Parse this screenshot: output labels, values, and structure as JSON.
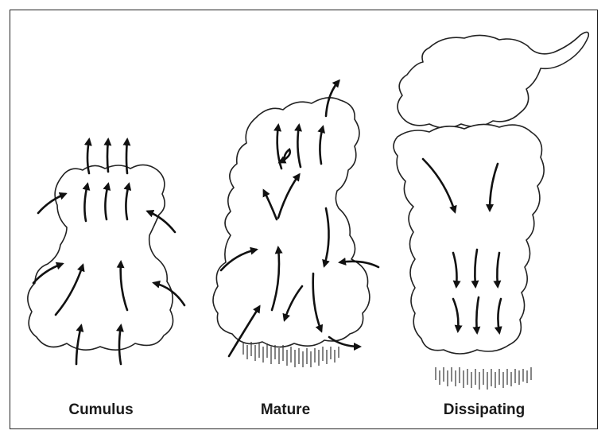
{
  "stages": [
    {
      "label": "Cumulus"
    },
    {
      "label": "Mature"
    },
    {
      "label": "Dissipating"
    }
  ]
}
